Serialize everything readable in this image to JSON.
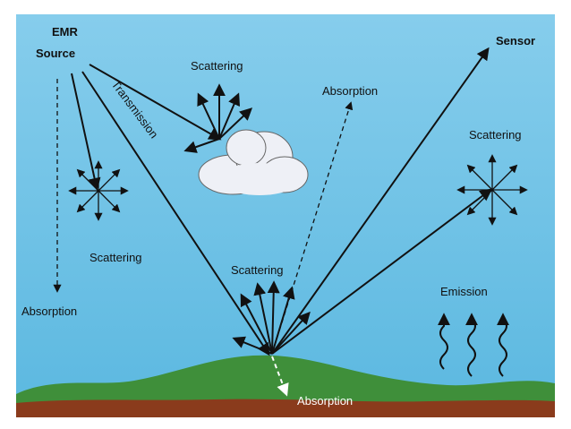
{
  "labels": {
    "source": [
      "EMR",
      "Source"
    ],
    "sensor": "Sensor",
    "transmission": "Transmission",
    "scattering_cloud": "Scattering",
    "scattering_left": "Scattering",
    "scattering_right": "Scattering",
    "scattering_ground": "Scattering",
    "absorption_left": "Absorption",
    "absorption_top": "Absorption",
    "absorption_ground": "Absorption",
    "emission": "Emission"
  },
  "colors": {
    "sky": "#5bb8e0",
    "sky_light": "#86cdec",
    "ground": "#3f8f3a",
    "soil": "#8a3b1c",
    "cloud": "#eef0f6",
    "ray": "#111111"
  }
}
